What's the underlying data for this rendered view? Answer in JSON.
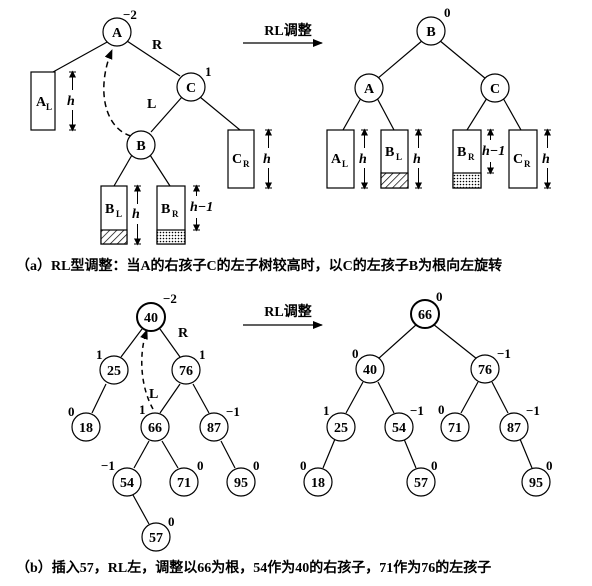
{
  "part_a": {
    "arrow_label": "RL调整",
    "caption": "（a）RL型调整：当A的右孩子C的左子树较高时，以C的左孩子B为根向左旋转",
    "before": {
      "nodes": [
        {
          "id": "A",
          "label": "A",
          "bf": "−2"
        },
        {
          "id": "C",
          "label": "C",
          "bf": "1"
        },
        {
          "id": "B",
          "label": "B",
          "bf": ""
        }
      ],
      "edge_labels": [
        "R",
        "L"
      ],
      "subtrees": [
        {
          "main": "A",
          "sub": "L",
          "height": "h"
        },
        {
          "main": "C",
          "sub": "R",
          "height": "h"
        },
        {
          "main": "B",
          "sub": "L",
          "height": "h"
        },
        {
          "main": "B",
          "sub": "R",
          "height": "h−1"
        }
      ]
    },
    "after": {
      "nodes": [
        {
          "id": "B",
          "label": "B",
          "bf": "0"
        },
        {
          "id": "A",
          "label": "A",
          "bf": ""
        },
        {
          "id": "C",
          "label": "C",
          "bf": ""
        }
      ],
      "subtrees": [
        {
          "main": "A",
          "sub": "L",
          "height": "h"
        },
        {
          "main": "B",
          "sub": "L",
          "height": "h"
        },
        {
          "main": "B",
          "sub": "R",
          "height": "h−1"
        },
        {
          "main": "C",
          "sub": "R",
          "height": "h"
        }
      ]
    }
  },
  "part_b": {
    "arrow_label": "RL调整",
    "caption": "（b）插入57，RL左，调整以66为根，54作为40的右孩子，71作为76的左孩子",
    "before": {
      "nodes": [
        {
          "key": "40",
          "bf": "−2"
        },
        {
          "key": "25",
          "bf": "1"
        },
        {
          "key": "76",
          "bf": "1"
        },
        {
          "key": "18",
          "bf": "0"
        },
        {
          "key": "66",
          "bf": "1"
        },
        {
          "key": "87",
          "bf": "−1"
        },
        {
          "key": "54",
          "bf": "−1"
        },
        {
          "key": "71",
          "bf": "0"
        },
        {
          "key": "95",
          "bf": "0"
        },
        {
          "key": "57",
          "bf": "0"
        }
      ],
      "edge_labels": [
        "R",
        "L"
      ]
    },
    "after": {
      "nodes": [
        {
          "key": "66",
          "bf": "0"
        },
        {
          "key": "40",
          "bf": "0"
        },
        {
          "key": "76",
          "bf": "−1"
        },
        {
          "key": "25",
          "bf": "1"
        },
        {
          "key": "54",
          "bf": "−1"
        },
        {
          "key": "71",
          "bf": "0"
        },
        {
          "key": "87",
          "bf": "−1"
        },
        {
          "key": "18",
          "bf": "0"
        },
        {
          "key": "57",
          "bf": "0"
        },
        {
          "key": "95",
          "bf": "0"
        }
      ]
    }
  }
}
